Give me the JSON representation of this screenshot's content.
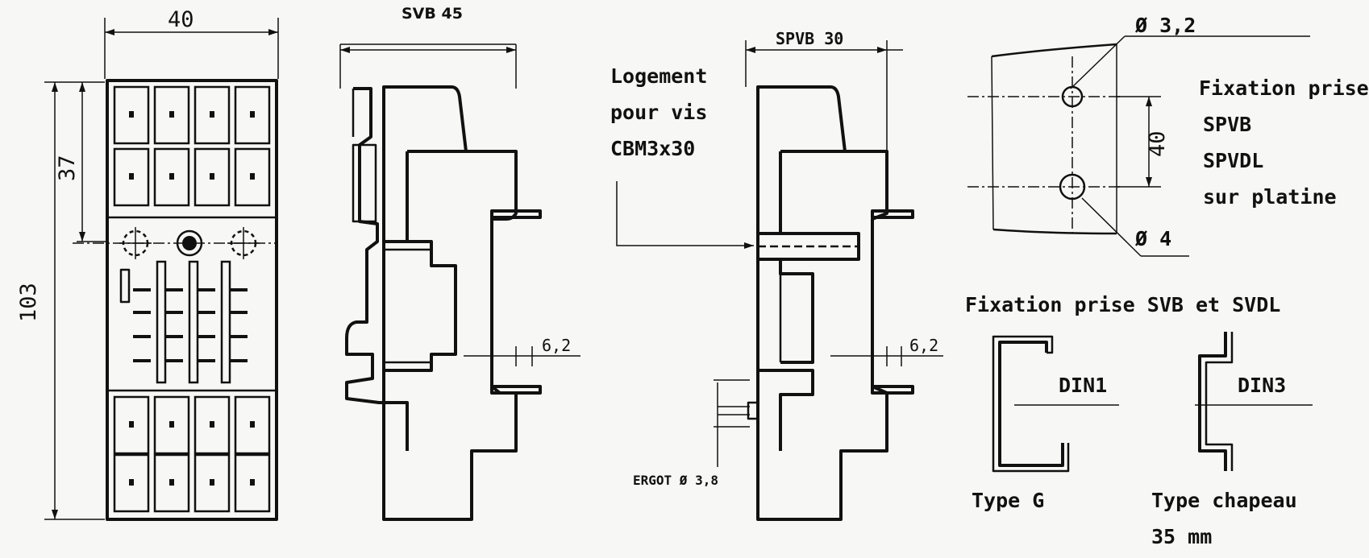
{
  "title": "SVB 45",
  "front_view": {
    "width_dim": "40",
    "height_dim": "103",
    "upper_dim": "37"
  },
  "side_view_2": {
    "top_dim": "SPVB 30",
    "screw_label_lines": [
      "Logement",
      "pour vis",
      "CBM3x30"
    ],
    "ergot_label": "ERGOT Ø 3,8"
  },
  "side_dims": {
    "offset_a": "6,2",
    "offset_b": "6,2"
  },
  "fixing_plate": {
    "hole_small": "Ø 3,2",
    "hole_large": "Ø 4",
    "spacing": "40",
    "caption_lines": [
      "Fixation prise",
      "SPVB",
      "SPVDL",
      "sur platine"
    ]
  },
  "rails": {
    "heading": "Fixation prise SVB et SVDL",
    "din1_label": "DIN1",
    "din3_label": "DIN3",
    "type_g_label": "Type G",
    "type_chapeau_lines": [
      "Type chapeau",
      "35 mm"
    ]
  }
}
